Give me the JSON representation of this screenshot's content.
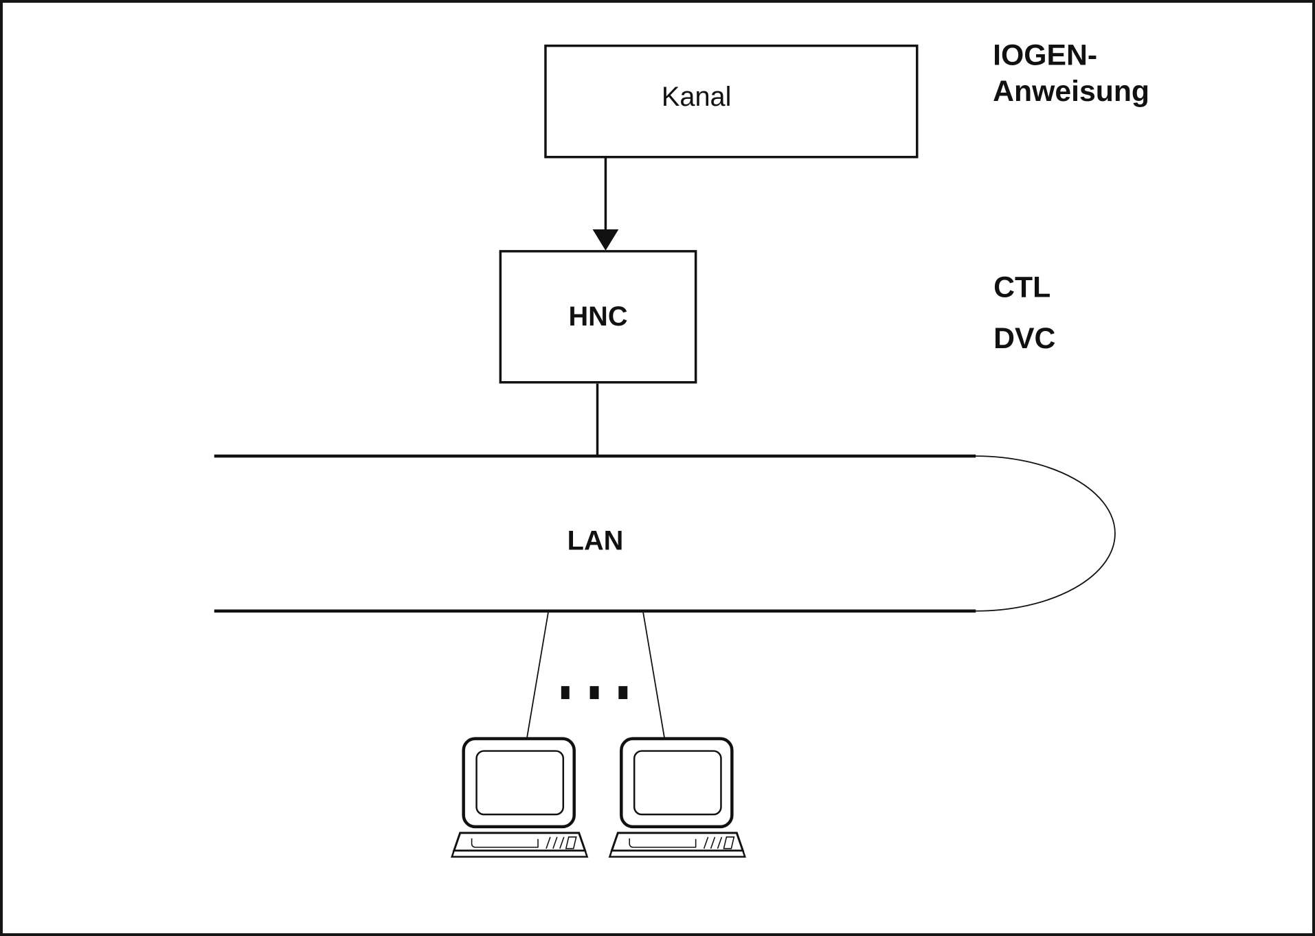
{
  "diagram": {
    "background": "#ffffff",
    "line_color": "#111111",
    "nodes": {
      "kanal": {
        "label": "Kanal"
      },
      "hnc": {
        "label": "HNC"
      },
      "lan": {
        "label": "LAN"
      }
    },
    "annotations": {
      "iogen": {
        "line1": "IOGEN-",
        "line2": "Anweisung"
      },
      "ctl": "CTL",
      "dvc": "DVC"
    },
    "terminals": {
      "count": 2,
      "ellipsis_dots": 3
    }
  }
}
